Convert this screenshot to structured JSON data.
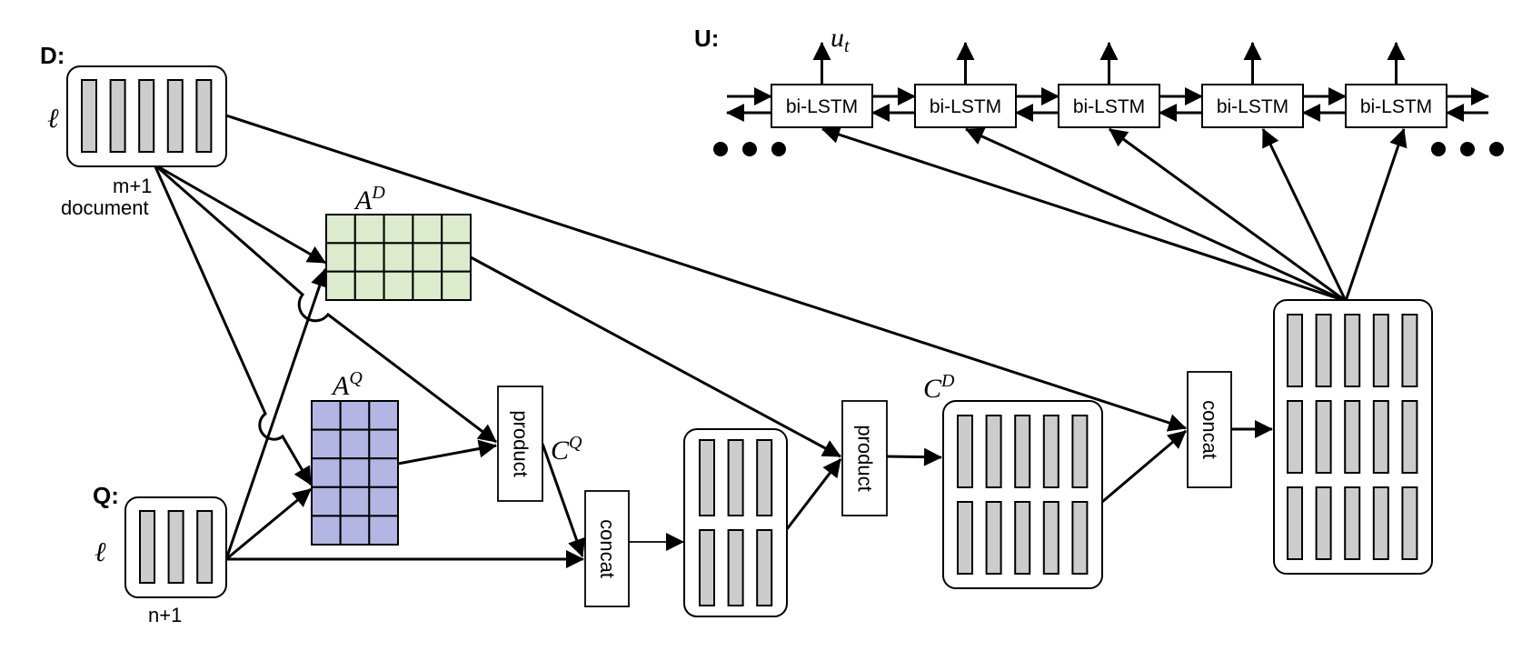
{
  "figure": {
    "type": "coattention encoder architecture diagram",
    "colors": {
      "vector_fill": "#cccccc",
      "affinity_doc_fill": "#dbebcb",
      "affinity_query_fill": "#b3b5e3",
      "stroke": "#000000",
      "background": "#ffffff"
    }
  },
  "document": {
    "title": "D:",
    "height_label": "ℓ",
    "width_label": "m+1",
    "caption": "document",
    "vector_count": 5
  },
  "query": {
    "title": "Q:",
    "height_label": "ℓ",
    "width_label": "n+1",
    "vector_count": 3
  },
  "affinity_doc": {
    "label_base": "A",
    "label_sup": "D",
    "cols": 5,
    "rows": 3
  },
  "affinity_query": {
    "label_base": "A",
    "label_sup": "Q",
    "cols": 3,
    "rows": 5
  },
  "ops": {
    "product_1": "product",
    "product_2": "product",
    "concat_1": "concat",
    "concat_2": "concat"
  },
  "context_query": {
    "label_base": "C",
    "label_sup": "Q",
    "cols": 3,
    "rows": 2
  },
  "context_doc": {
    "label_base": "C",
    "label_sup": "D",
    "cols": 5,
    "rows": 2
  },
  "final_concat": {
    "cols": 5,
    "rows": 3
  },
  "encoder": {
    "title": "U:",
    "output_label_base": "u",
    "output_label_sub": "t",
    "cells": [
      {
        "label": "bi-LSTM"
      },
      {
        "label": "bi-LSTM"
      },
      {
        "label": "bi-LSTM"
      },
      {
        "label": "bi-LSTM"
      },
      {
        "label": "bi-LSTM"
      }
    ],
    "ellipsis_left": "•••",
    "ellipsis_right": "•••"
  }
}
